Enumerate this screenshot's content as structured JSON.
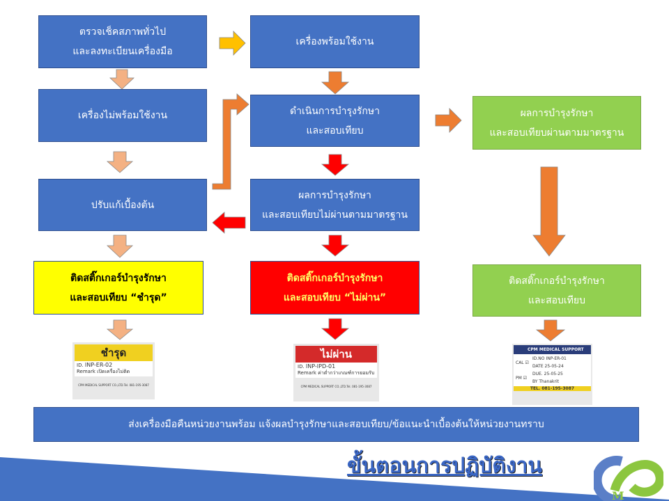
{
  "boxes": {
    "inspect": [
      "ตรวจเช็คสภาพทั่วไป",
      "และลงทะเบียนเครื่องมือ"
    ],
    "ready": "เครื่องพร้อมใช้งาน",
    "not_ready": "เครื่องไม่พร้อมใช้งาน",
    "maintain": [
      "ดำเนินการบำรุงรักษา",
      "และสอบเทียบ"
    ],
    "pass": [
      "ผลการบำรุงรักษา",
      "และสอบเทียบผ่านตามมาตรฐาน"
    ],
    "adjust": "ปรับแก้เบื้องต้น",
    "fail": [
      "ผลการบำรุงรักษา",
      "และสอบเทียบไม่ผ่านตามมาตรฐาน"
    ],
    "sticker_broken": [
      "ติดสติ๊กเกอร์บำรุงรักษา",
      "และสอบเทียบ “ชำรุด”"
    ],
    "sticker_fail": [
      "ติดสติ๊กเกอร์บำรุงรักษา",
      "และสอบเทียบ “ไม่ผ่าน”"
    ],
    "sticker_pass": [
      "ติดสติ๊กเกอร์บำรุงรักษา",
      "และสอบเทียบ"
    ]
  },
  "stickers": {
    "broken": {
      "header": "ชำรุด",
      "id_label": "ID.",
      "id": "INP-ER-02",
      "remark_label": "Remark",
      "remark": "เปิดเครื่องไม่ติด",
      "footer": "CPM MEDICAL SUPPORT CO.,LTD.Tel. 081-195-3087"
    },
    "fail": {
      "header": "ไม่ผ่าน",
      "id_label": "ID.",
      "id": "INP-IPD-01",
      "remark_label": "Remark",
      "remark": "ค่าต่ำกว่าเกณฑ์การยอมรับ",
      "footer": "CPM MEDICAL SUPPORT CO.,LTD.Tel. 081-195-3087"
    },
    "pass": {
      "header": "CPM MEDICAL SUPPORT",
      "cal": "CAL",
      "pm": "PM",
      "id_label": "ID.NO",
      "id": "INP-ER-01",
      "date_label": "DATE",
      "date": "25-05-24",
      "due_label": "DUE.",
      "due": "25-05-25",
      "by_label": "BY",
      "by": "Thanakrit",
      "tel": "TEL. 081-195-3087"
    }
  },
  "bottom_bar": "ส่งเครื่องมือคืนหน่วยงานพร้อม แจ้งผลบำรุงรักษาและสอบเทียบ/ข้อแนะนำเบื้องต้นให้หน่วยงานทราบ",
  "title": "ขั้นตอนการปฏิบัติงาน",
  "colors": {
    "blue": "#4472c4",
    "green": "#92d050",
    "yellow": "#ffff00",
    "red": "#ff0000",
    "orange": "#ed7d31",
    "peach": "#f4b183"
  }
}
